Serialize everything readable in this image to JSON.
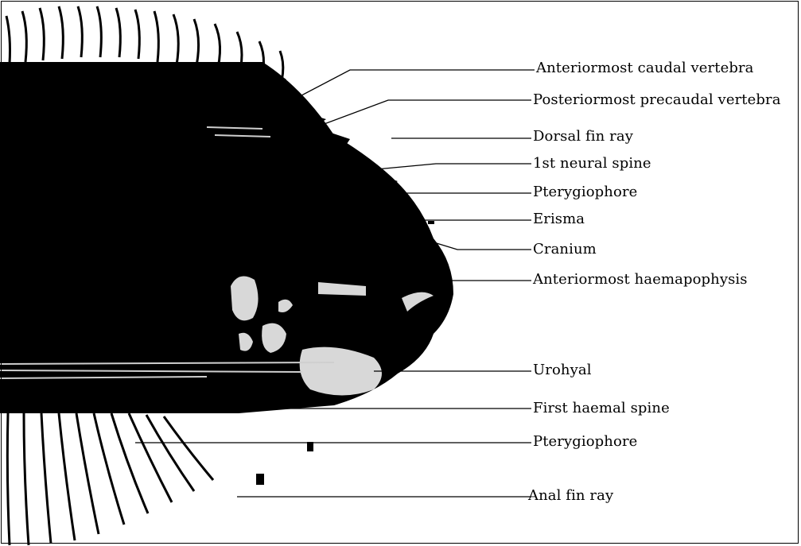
{
  "labels": {
    "anteriormost_caudal_vertebra": "Anteriormost caudal vertebra",
    "posteriormost_precaudal_vertebra": "Posteriormost precaudal vertebra",
    "dorsal_fin_ray": "Dorsal fin ray",
    "first_neural_spine": "1st neural spine",
    "pterygiophore_dorsal": "Pterygiophore",
    "erisma": "Erisma",
    "cranium": "Cranium",
    "anteriormost_haemapophysis": "Anteriormost haemapophysis",
    "urohyal": "Urohyal",
    "first_haemal_spine": "First haemal spine",
    "pterygiophore_anal": "Pterygiophore",
    "anal_fin_ray": "Anal fin ray"
  },
  "colors": {
    "bone": "#000000",
    "background": "#ffffff",
    "highlight": "#d8d8d8"
  }
}
